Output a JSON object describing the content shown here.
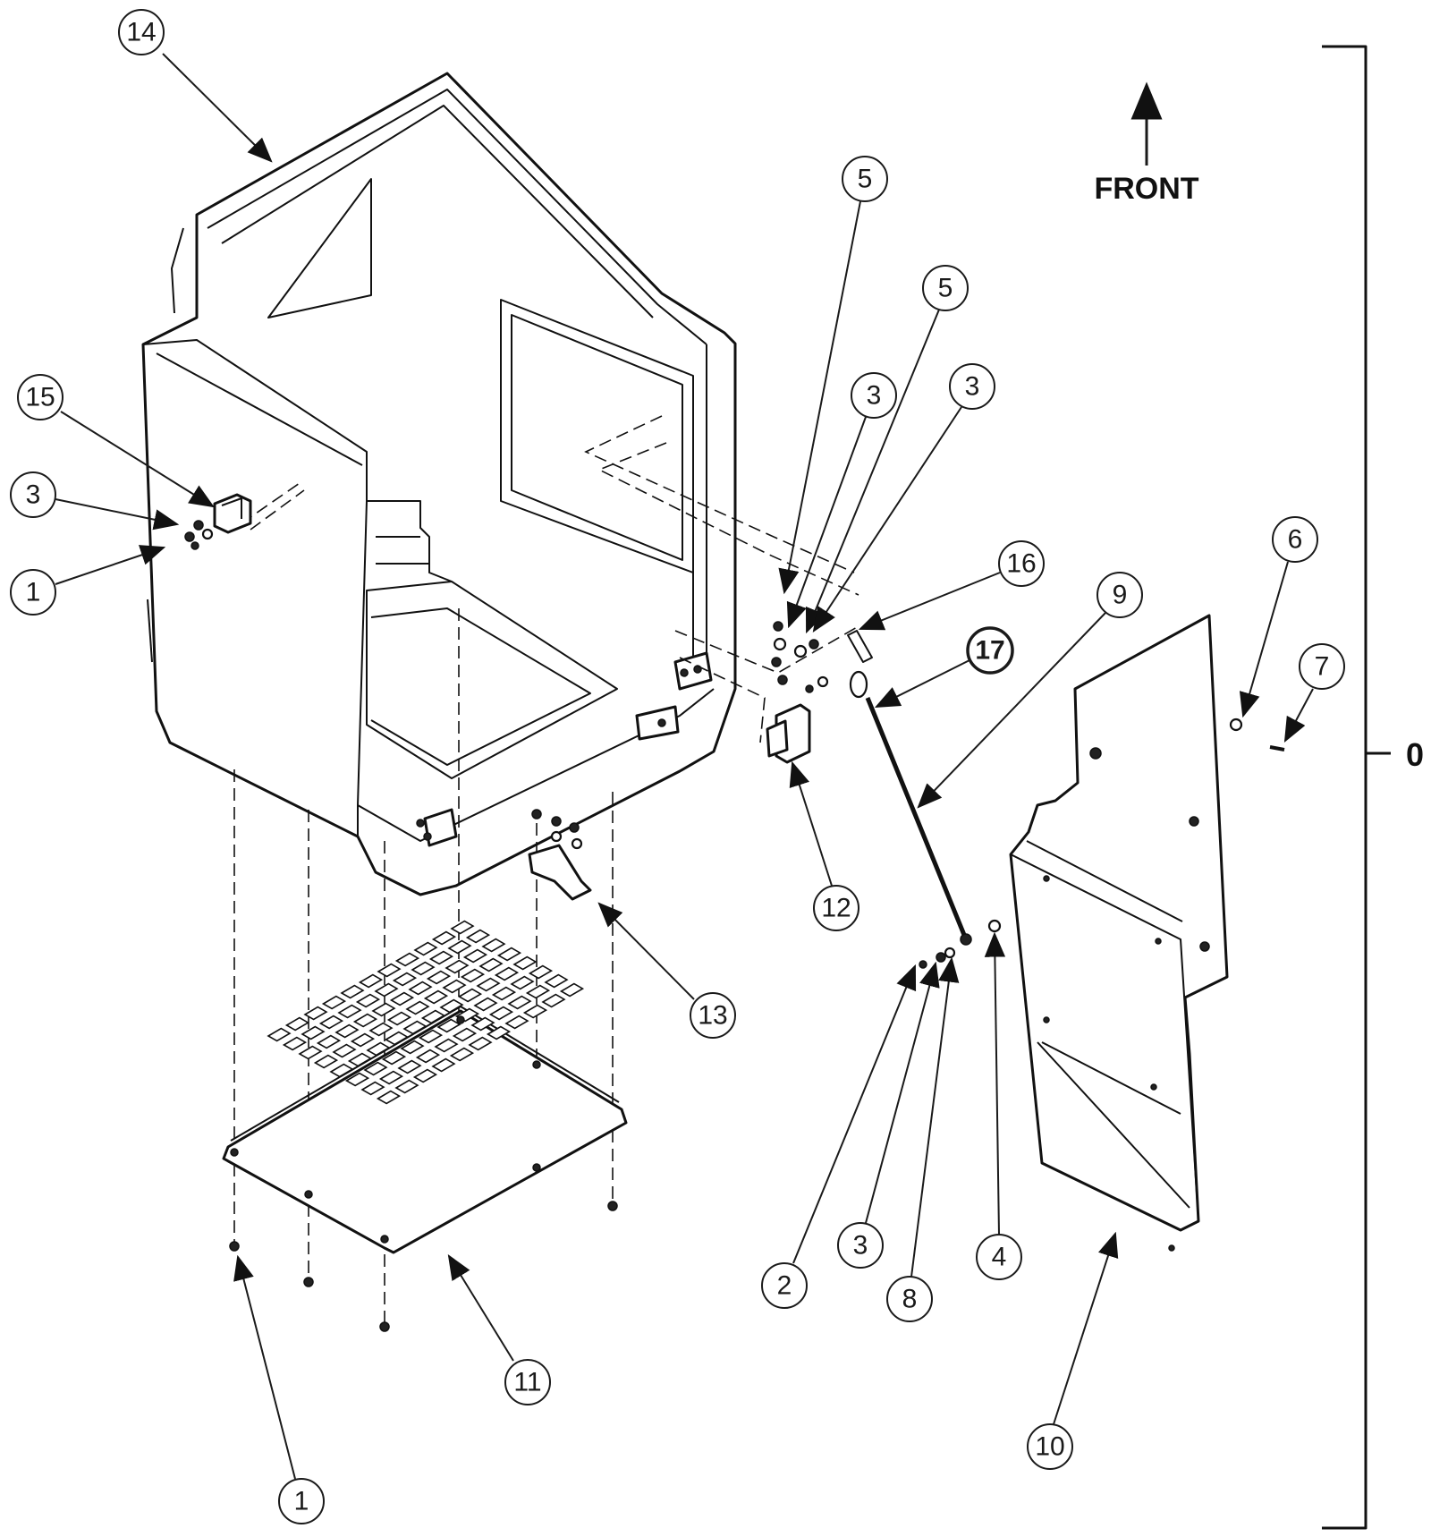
{
  "orientation": {
    "label": "FRONT"
  },
  "assembly_label": "0",
  "callouts": [
    {
      "id": "c14",
      "text": "14"
    },
    {
      "id": "c15",
      "text": "15"
    },
    {
      "id": "c3a",
      "text": "3"
    },
    {
      "id": "c1a",
      "text": "1"
    },
    {
      "id": "c5a",
      "text": "5"
    },
    {
      "id": "c5b",
      "text": "5"
    },
    {
      "id": "c3b",
      "text": "3"
    },
    {
      "id": "c3c",
      "text": "3"
    },
    {
      "id": "c16",
      "text": "16"
    },
    {
      "id": "c9",
      "text": "9"
    },
    {
      "id": "c17",
      "text": "17"
    },
    {
      "id": "c6",
      "text": "6"
    },
    {
      "id": "c7",
      "text": "7"
    },
    {
      "id": "c12",
      "text": "12"
    },
    {
      "id": "c13",
      "text": "13"
    },
    {
      "id": "c2",
      "text": "2"
    },
    {
      "id": "c3d",
      "text": "3"
    },
    {
      "id": "c8",
      "text": "8"
    },
    {
      "id": "c4",
      "text": "4"
    },
    {
      "id": "c11",
      "text": "11"
    },
    {
      "id": "c10",
      "text": "10"
    },
    {
      "id": "c1b",
      "text": "1"
    }
  ],
  "colors": {
    "line": "#111111",
    "background": "#ffffff"
  }
}
